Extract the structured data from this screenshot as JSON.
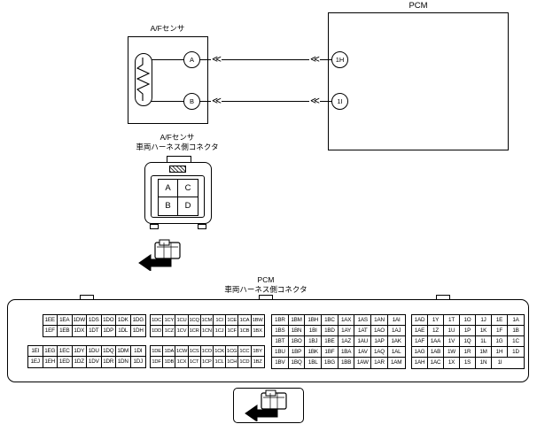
{
  "schematic": {
    "pcm_label": "PCM",
    "sensor_label": "A/Fセンサ",
    "pcm_terminals": [
      "1H",
      "1I"
    ],
    "sensor_terminals": [
      "A",
      "B"
    ],
    "inline_connector_symbol": "≪"
  },
  "sensor_connector": {
    "title_line1": "A/Fセンサ",
    "title_line2": "車両ハーネス側コネクタ",
    "pin_grid": {
      "groups": [
        {
          "rows": [
            [
              "A",
              "C"
            ],
            [
              "B",
              "D"
            ]
          ]
        }
      ]
    }
  },
  "pcm_connector": {
    "title_line1": "PCM",
    "title_line2": "車両ハーネス側コネクタ",
    "blocks": [
      {
        "groups": [
          {
            "rows": [
              [
                "1EE",
                "1EA",
                "1DW",
                "1DS",
                "1DO",
                "1DK",
                "1DG"
              ],
              [
                "1EF",
                "1EB",
                "1DX",
                "1DT",
                "1DP",
                "1DL",
                "1DH"
              ]
            ]
          },
          {
            "rows": [
              [
                "1EI",
                "1EG",
                "1EC",
                "1DY",
                "1DU",
                "1DQ",
                "1DM",
                "1DI"
              ],
              [
                "1EJ",
                "1EH",
                "1ED",
                "1DZ",
                "1DV",
                "1DR",
                "1DN",
                "1DJ"
              ]
            ]
          }
        ]
      },
      {
        "groups": [
          {
            "rows": [
              [
                "1DC",
                "1CY",
                "1CU",
                "1CQ",
                "1CM",
                "1CI",
                "1CE",
                "1CA",
                "1BW"
              ],
              [
                "1DD",
                "1CZ",
                "1CV",
                "1CR",
                "1CN",
                "1CJ",
                "1CF",
                "1CB",
                "1BX"
              ]
            ]
          },
          {
            "rows": [
              [
                "1DE",
                "1DA",
                "1CW",
                "1CS",
                "1CO",
                "1CK",
                "1CG",
                "1CC",
                "1BY"
              ],
              [
                "1DF",
                "1DB",
                "1CX",
                "1CT",
                "1CP",
                "1CL",
                "1CH",
                "1CD",
                "1BZ"
              ]
            ]
          }
        ]
      },
      {
        "groups": [
          {
            "rows": [
              [
                "1BR",
                "1BM",
                "1BH",
                "1BC",
                "1AX",
                "1AS",
                "1AN",
                "1AI"
              ],
              [
                "1BS",
                "1BN",
                "1BI",
                "1BD",
                "1AY",
                "1AT",
                "1AO",
                "1AJ"
              ],
              [
                "1BT",
                "1BO",
                "1BJ",
                "1BE",
                "1AZ",
                "1AU",
                "1AP",
                "1AK"
              ],
              [
                "1BU",
                "1BP",
                "1BK",
                "1BF",
                "1BA",
                "1AV",
                "1AQ",
                "1AL"
              ],
              [
                "1BV",
                "1BQ",
                "1BL",
                "1BG",
                "1BB",
                "1AW",
                "1AR",
                "1AM"
              ]
            ]
          }
        ]
      },
      {
        "groups": [
          {
            "rows": [
              [
                "1AD",
                "1Y",
                "1T",
                "1O",
                "1J",
                "1E",
                "1A"
              ],
              [
                "1AE",
                "1Z",
                "1U",
                "1P",
                "1K",
                "1F",
                "1B"
              ],
              [
                "1AF",
                "1AA",
                "1V",
                "1Q",
                "1L",
                "1G",
                "1C"
              ],
              [
                "1AG",
                "1AB",
                "1W",
                "1R",
                "1M",
                "1H",
                "1D"
              ],
              [
                "1AH",
                "1AC",
                "1X",
                "1S",
                "1N",
                "1I"
              ]
            ]
          }
        ]
      }
    ]
  },
  "colors": {
    "line": "#000000",
    "background": "#ffffff"
  }
}
